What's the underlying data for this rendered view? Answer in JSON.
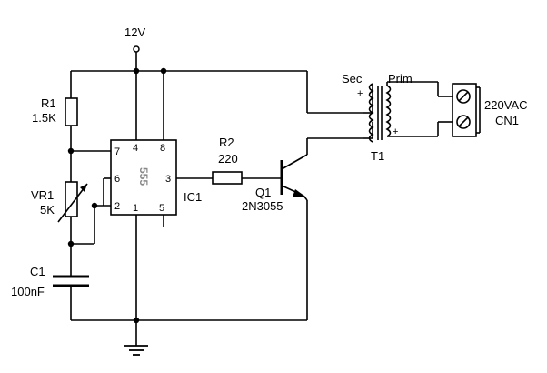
{
  "supply": {
    "label": "12V"
  },
  "r1": {
    "ref": "R1",
    "value": "1.5K"
  },
  "vr1": {
    "ref": "VR1",
    "value": "5K"
  },
  "c1": {
    "ref": "C1",
    "value": "100nF"
  },
  "r2": {
    "ref": "R2",
    "value": "220"
  },
  "q1": {
    "ref": "Q1",
    "part": "2N3055"
  },
  "ic1": {
    "ref": "IC1",
    "chip_label": "555",
    "pins": {
      "p1": "1",
      "p2": "2",
      "p3": "3",
      "p4": "4",
      "p5": "5",
      "p6": "6",
      "p7": "7",
      "p8": "8"
    }
  },
  "t1": {
    "ref": "T1",
    "sec_label": "Sec",
    "prim_label": "Prim"
  },
  "cn1": {
    "ref": "CN1",
    "voltage": "220VAC"
  }
}
